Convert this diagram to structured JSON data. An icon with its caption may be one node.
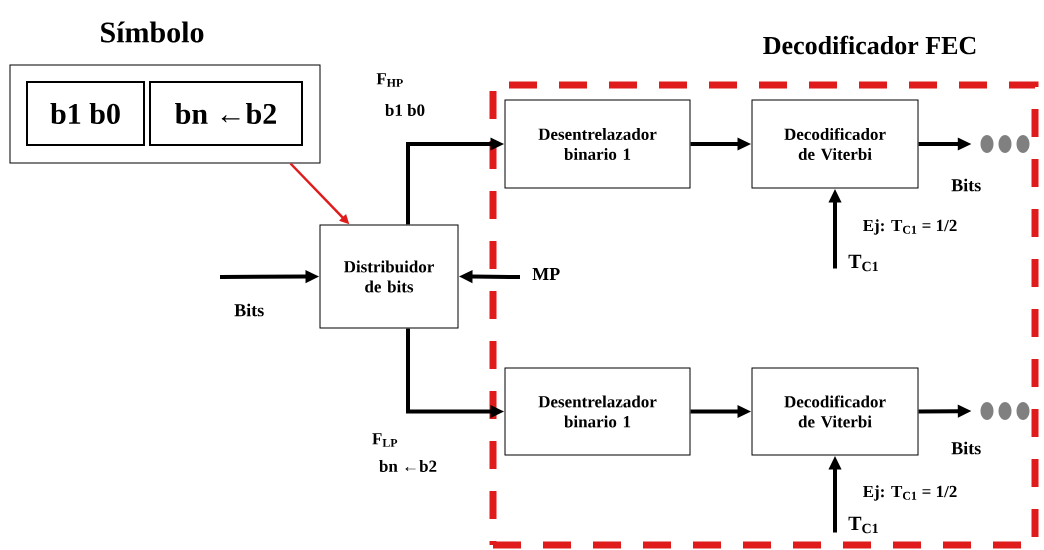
{
  "diagram": {
    "nodes": [
      {
        "text": [
          "Símbolo"
        ]
      },
      {
        "text": [
          "b1 b0"
        ],
        "in": 0
      },
      {
        "text": [
          "bn ←b2"
        ],
        "in": 0
      },
      {
        "text": [
          "Decodificador FEC"
        ]
      },
      {
        "text": [
          "Distribuidor de bits"
        ]
      },
      {
        "text": [
          "Desentrelazador binario 1"
        ],
        "in": 3
      },
      {
        "text": [
          "Decodificador de Viterbi"
        ],
        "in": 3
      },
      {
        "text": [
          "Desentrelazador binario 1"
        ],
        "in": 3
      },
      {
        "text": [
          "Decodificador de Viterbi"
        ],
        "in": 3
      },
      {
        "text": [],
        "shape": "dots",
        "in": 3
      },
      {
        "text": [],
        "shape": "dots",
        "in": 3
      }
    ],
    "edges": [
      {
        "from": 0,
        "to": 4,
        "arrow": "to",
        "color": "#e01b1b"
      },
      {
        "from": null,
        "to": 4,
        "arrow": "to",
        "label": "Bits"
      },
      {
        "from": null,
        "to": 4,
        "arrow": "to",
        "label": "MP"
      },
      {
        "from": 4,
        "to": 5,
        "arrow": "to"
      },
      {
        "from": 4,
        "to": 7,
        "arrow": "to"
      },
      {
        "from": 5,
        "to": 6,
        "arrow": "to"
      },
      {
        "from": 6,
        "to": 9,
        "arrow": "to",
        "label": "Bits"
      },
      {
        "from": 7,
        "to": 8,
        "arrow": "to"
      },
      {
        "from": 8,
        "to": 10,
        "arrow": "to",
        "label": "Bits"
      },
      {
        "from": null,
        "to": 6,
        "arrow": "to",
        "label": "T$_{C1}$"
      },
      {
        "from": null,
        "to": 8,
        "arrow": "to",
        "label": "T$_{C1}$"
      }
    ],
    "labels": [
      "F$_{HP}$",
      "b1 b0",
      "F$_{LP}$",
      "bn ←b2",
      "Ej: T$_{C1}$ = 1/2",
      "Ej: T$_{C1}$ = 1/2"
    ]
  }
}
